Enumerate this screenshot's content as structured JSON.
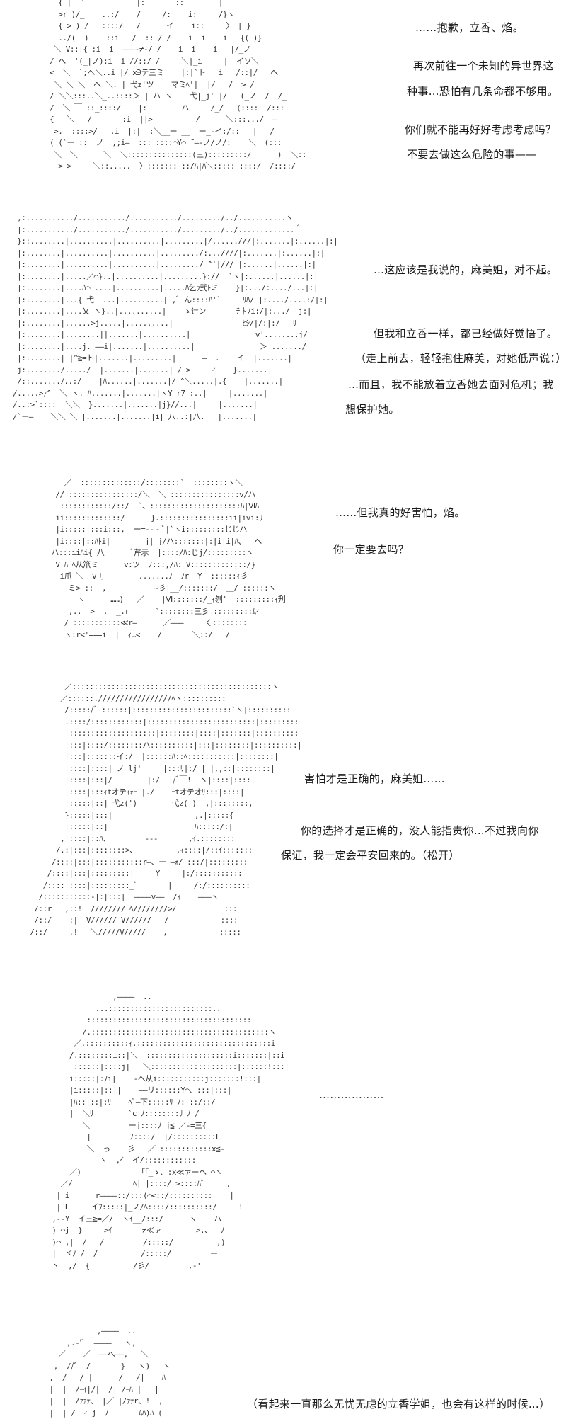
{
  "panels": [
    {
      "art": "  { |  `            |:       ::        |\n  >r )/_    ..:/    /     /:    i:     /}ヽ\n  { > ) /   ::::/   /      イ    i::     〉 |_}\n  ../(__)    ::i   /  ::_/ /    i  i    i   {( )}\n ＼ V::|{ :i  i  ―――‐≠‐/ /    i  i    i   |/_ノ\n/ ヘ  '(_|ノ):i  i //::/ /     ＼|_i     |  イソ＼\n<  ＼  `;ヘ＼..i |/ x∋テ三ミ    |:|`ト   i   /::|/   ヘ\n ＼ ＼ ＼  ヘ ＼. | 弋z'ツ    マミﾍ'|  |/   /  > /\n/ ＼＼:::..＼_..::::＞ | ハ ヽ    弋|_j' |/   (_ノ  /  /_\n/  ＼ ￣ ::_::::/    |:        ハ     /_/   (::::  /:::\n{   ＼   /       :i  ||>          /      ＼:::.../  ―\n >.  ::::>/   .i  |:|  :＼__ー __  ー_‐イ:/::   |   /\n( (`ー ::__ノ  ,;i―  ::: ::::⌒Y⌒ ̄ ―‐ノ/ノ/:    ＼  (:::\n ＼  ＼      ＼  ＼:::::::::::::::(三):::::::::/      )  ＼::\n  > >     ＼::.....  〉::::::: ::/ﾊ|ﾊ＼::::: ::::/  /::::/"
    },
    {
      "art": " ,:.........../.........../.........../........./../...........ヽ\n |:.........../.........../.........../........./../.............＾\n }::........|..........|..........|.........|/......///|:.......|:......|:|\n |:........|..........|..........|........./:...////|:.......|:......|:|\n |:........|..........|..........|........./ ^'|/// |:......|......|:|\n |:........|.....／⌒}..|..........|.........}://  `ヽ|:......|......|:|\n |:........|....ﾊ⌒ ....|..........|.....ﾊ乞ﾗ弐ﾄミ    }|:.../:..../...|:|\n |:........|...{ 弋  ...|..........| ,ﾞ ん::::ﾊ'`     ﾘﾊ/ |:..../....:/|:|\n |:........|....乂 ヽ}..|..........|    ゝ辷ン       ﾁ卞ﾉi:/|:.../  j:|\n |:........|......>j.....|..........|                ﾋｼ/|/:|:/   ﾘ\n |:........|........||.......|..........|               v'........j/\n |:........|....j.|――i|.......|..........|               ＞ ......./\n |:........| |^≧=ト|.......|.........|      ―  .    イ  |.......|\n j:......../...../  |.......|.......| / >     ｨ    }.......|\n /::.......ﾉ..:/    |ﾊ......|.......|/ ^＼.....|.{    |.......|\n/.....>ｧ^  ＼ ヽ. ﾊ.......|.......|ヽY r7 :..|     |.......|\n/..:>`::::  ＼＼  }.......|.......|j}//...|     |.......|\n/`ー―    ＼＼ ＼ |.......|.......|i| 八..:|八.   |.......|"
    },
    {
      "art": "     ／  ::::::::::::::/::::::::`  ::::::::ヽ＼\n   // ::::::::::::::::/＼  ＼ ::::::::::::::::v/ハ\n    ::::::::::::/::/  `、:::::::::::::::::::::ﾊ|Ⅵﾊ\n   ii:::::::::::::/      }.::::::::::::::::ii|ivi:ﾘ\n   |i:::::|:::i:::,  ー=‐-‐ﾞ|`ヽi:::::::::じじハ\n   |i::::|::ﾊﾄi|        j| j/ハ:::::::|:|i|i|ﾊ、  へ\n  ハ:::iiﾊi{ 八      ﾞ芹示  |::::/ﾊ:じj/:::::::::ヽ\n   V ﾊ ﾍ从笊ミ      v:ツ  ﾉ:::,/ﾊ: V:::::::::::::/}\n    i爪 ＼  v刂        .......ﾉ  ﾉr  Y  ::::::ｨ彡\n      ミ> ::  ,           ~彡|__/:::::::/  ＿/ ::::::ヽ\n        ヽ      ……)   ／    |Ⅵ:::::::/_ｨ刎'  :::::::::ｨ刋\n      ,..  >  .  _.r      `::::::::三彡 :::::::::ﾑｨ\n     / :::::::::::≪r―      ／―――     く::::::::\n     ヽ:r<'===i  |  ｨ…<    /       ＼::/   /"
    },
    {
      "art": "          ／::::::::::::::::::::::::::::::::::::::::::::::ヽ\n         ／::::::./////////////////ﾍヽ::::::::::\n          /:::::/ﾞ ::::::|:::::::::::::::::::::::`ヽ|::::::::::\n          .::::/::::::::::::|:::::::::::::::::::::::::|:::::::::\n          |::::::::::::::::::::|::::::::|::::|:::::::|::::::::::\n          |:::|::::/::::::::ハ::::::::::|:::|::::::::|::::::::::|\n          |:::|:::::::イ:/  |::::::ﾊ::ﾍ:::::::::::|::::::::|\n          |::::|::::|_ノ_lj'__   |:::ﾘ|:/_|_|,,::|::::::::|\n          |::::|:::|/        |:/  |/ﾞ￣!  ヽ|::::|::::|\n          |::::|:::ｨtオテｨｫｰ |./    ｰtオテオﾘ:::|::::|\n          |:::::|::| 弋z(')        弋z(')  ,|::::::::,\n          }:::::|:::|                   ,.|:::::{\n          |:::::|::|                    ﾊ:::::/:|\n         ,|::::|::ﾊ、        ---       ,ｲ.::::::::\n        /.:|:::|::::::::>、         ,ｨ::::|/::ｲ:::::::\n       /::::|:::|:::::::::::r―、ー ―ｫ/ :::/|:::::::::\n      /::::|:::|:::::::::|     Y     |:/:::::::::::\n     /::::|::::|:::::::::_ﾞ       |     /:/::::::::::\n    /:::::::::::-|:|:::|_ ――――v――  /ｨ_   ―――ヽ\n   /::r   ,::!  //////// ﾍ////////>/           :::\n   /::/    :|  V////// V//////   /            ::::\n  /::/     .!   ＼/////V/////    ,            :::::"
    },
    {
      "art": "                 ,――――  ..\n            _...::::::::::::::::::::::::..\n           ::::::::::::::::::::::::::::::::::::::\n          /.:::::::::::::::::::::::::::::::::::::::::ヽ\n        ／.::::::::::ｨ.:::::::::::::::::::::::::::::::i\n       /.::::::::i::|＼  ::::::::::::::::::::i:::::::|::i\n        ::::::|::::j|   ＼::::::::::::::::::::|::::::!:::|\n       i:::::|:ﾉi|    ‐へ从i:::::::::::j:::::::!:::|\n       |i:::::|::||    ――リ::::::Y⌒、:::|:::|\n       |ﾊ::|::|:ﾘ    ﾍﾞ―下:::::ﾘ ﾉ:|::/::/\n       |  ＼ﾘ        `c ﾉ::::::::ﾘ ﾉ /\n          ＼         ーj::::ﾉ j≦ ／-=三{\n           |         ﾉ::::/  |/::::::::::L\n           ＼  っ    彡   ／ ::::::::::::x≦‐\n              ヽ  ,ｲ  イ/::::::::::::\n       ／)             「「_ゝ、:x≪ァーヘ ⌒ヽ\n     ／/              ﾍ| |::::/ >::::ﾊﾟ     ,\n    | i      r――――::/:::(⌒<::/::::::::::    |\n    | L     イﾌ:::::|_ノ/ﾍ::::/::::::::::/     !\n   ,--Y  イ三≧=／/  ヽｲ__/:::/      ヽ    ハ\n   ) ⌒j  }     >ｲ       ≠≪ァ        >.、  ﾉ\n   )⌒ ,|  /   /         /:::::/          ,)\n   |  ヾﾉ /  /          /:::::/         ー\n   ヽ  ,/  {          /彡/         ,‐'"
    },
    {
      "art": "               ,――――  ..\n        ,.‐'ﾞ  ――――   ヽ,\n      ／    ／  ――へ――,   ＼\n     ,  //ﾞ  /       }   ヽ)   ヽ\n    ,  /   / |      /   /|    ﾊ\n    |  |  /ｰｲ|/|  /| /ｰﾊ |   |\n    |  |  /ｧｧﾃ、 |／ |/ｧﾃr、!  ,\n    |  | /  ｨ j  ﾉ       ﾑﾊ)ﾊ ("
    }
  ],
  "dialogue": {
    "p1": [
      "……抱歉，立香、焰。",
      "再次前往一个未知的异世界这",
      "种事…恐怕有几条命都不够用。",
      "你们就不能再好好考虑考虑吗？",
      "不要去做这么危险的事——"
    ],
    "p2": [
      "…这应该是我说的，麻美姐，对不起。",
      "但我和立香一样，都已经做好觉悟了。",
      "（走上前去，轻轻抱住麻美，对她低声说：）",
      "…而且，我不能放着立香她去面对危机；我",
      "想保护她。"
    ],
    "p3": [
      "……但我真的好害怕，焰。",
      "你一定要去吗？"
    ],
    "p4": [
      "害怕才是正确的，麻美姐……",
      "你的选择才是正确的，没人能指责你…不过我向你",
      "保证，我一定会平安回来的。（松开）"
    ],
    "p5": [
      "………………"
    ],
    "p6": [
      "（看起来一直那么无忧无虑的立香学姐，也会有这样的时候…）"
    ]
  }
}
